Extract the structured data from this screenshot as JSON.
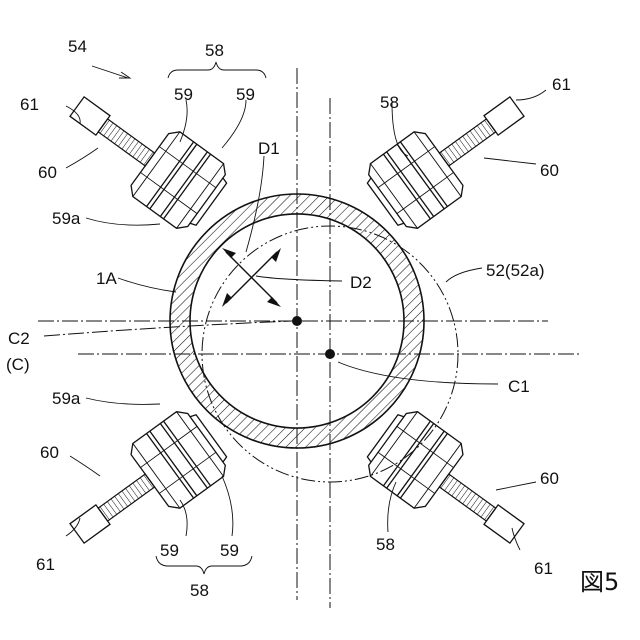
{
  "figure": {
    "number": "図5"
  },
  "labels": {
    "assembly": "54",
    "unit_top_left": "58",
    "unit_bottom_left": "58",
    "tl_59_left": "59",
    "tl_59_right": "59",
    "tr_58": "58",
    "bl_59_left": "59",
    "bl_59_right": "59",
    "br_58": "58",
    "tl_61": "61",
    "tr_61": "61",
    "bl_61": "61",
    "br_61": "61",
    "tl_60": "60",
    "tr_60": "60",
    "bl_60": "60",
    "br_60": "60",
    "tl_59a": "59a",
    "bl_59a": "59a",
    "d1": "D1",
    "d2": "D2",
    "pipe": "1A",
    "roller_circle": "52(52a)",
    "center_c2": "C2",
    "center_c": "(C)",
    "center_c1": "C1"
  }
}
